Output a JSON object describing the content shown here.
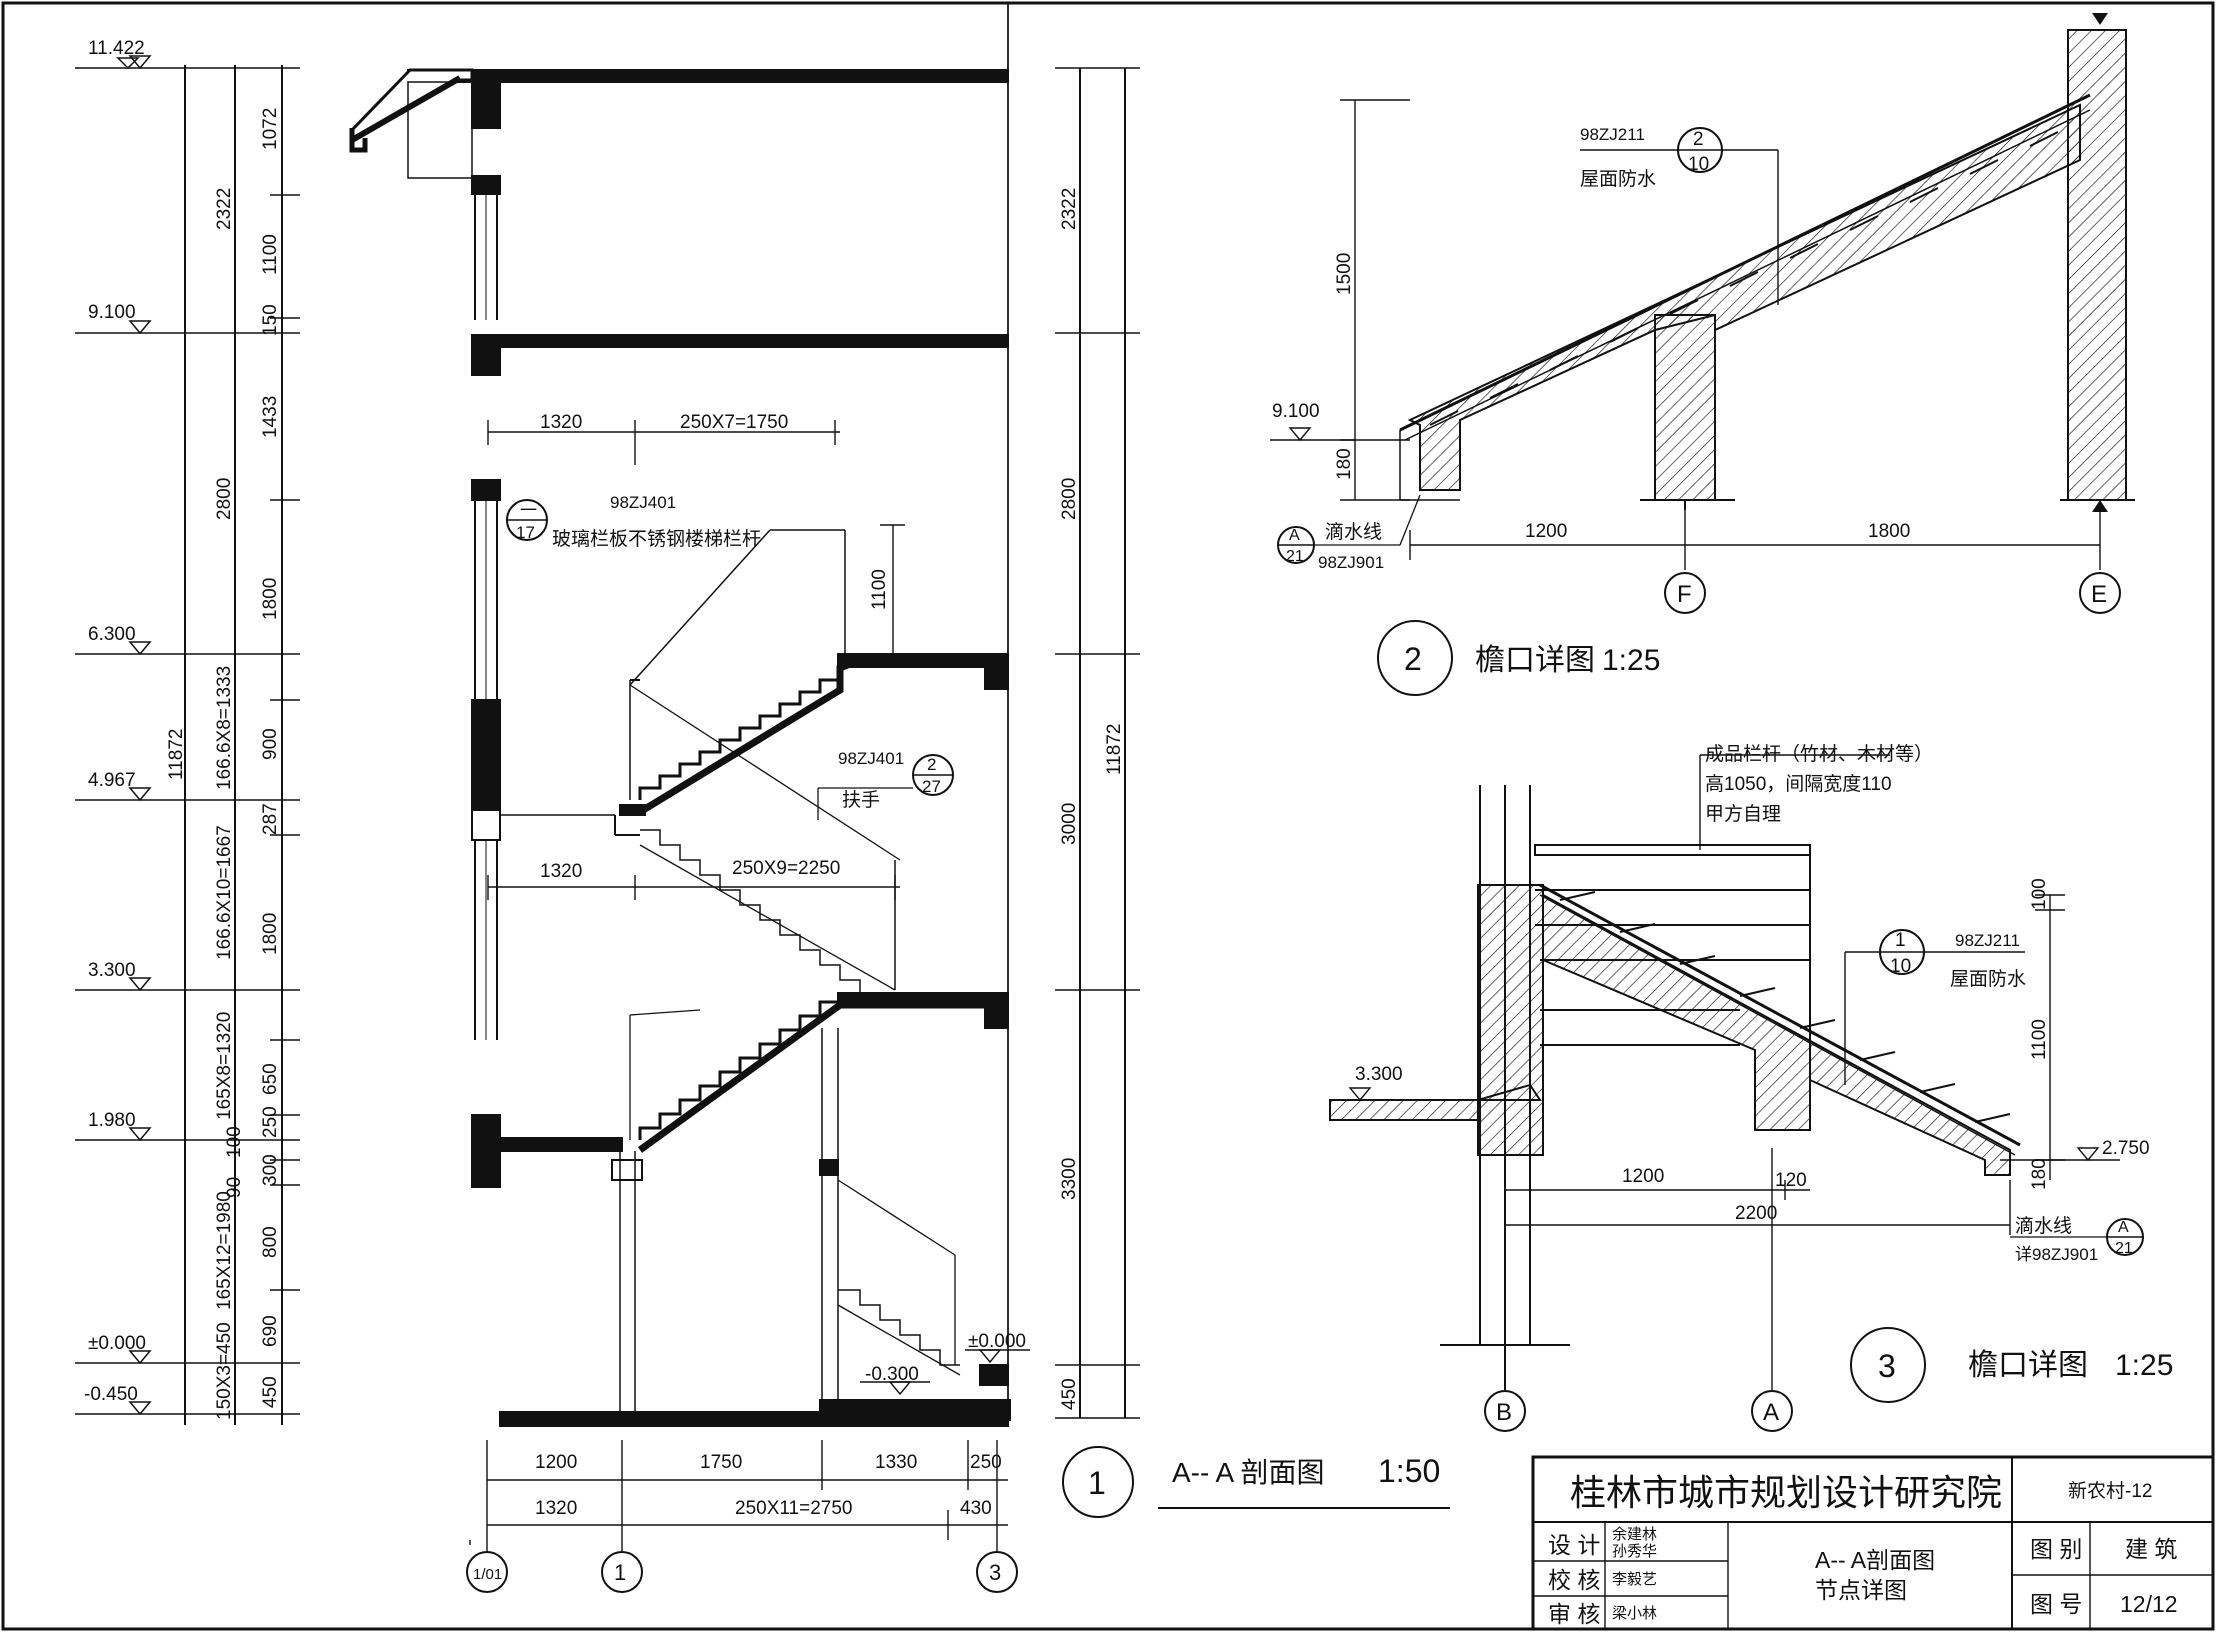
{
  "section_aa": {
    "elevations": [
      "11.422",
      "9.100",
      "6.300",
      "4.967",
      "3.300",
      "1.980",
      "±0.000",
      "-0.450"
    ],
    "left_dims_outer": [
      "11872"
    ],
    "left_dims_mid": [
      "2322",
      "2800",
      "166.6X8=1333",
      "166.6X10=1667",
      "165X8=1320",
      "165X12=1980",
      "150X3=450"
    ],
    "left_dims_inner": [
      "1072",
      "1100",
      "150",
      "1433",
      "1800",
      "900",
      "287",
      "1800",
      "650",
      "250",
      "100",
      "300",
      "90",
      "800",
      "690",
      "450"
    ],
    "right_dims_outer": [
      "11872"
    ],
    "right_dims_inner": [
      "2322",
      "2800",
      "3000",
      "3300",
      "450"
    ],
    "stair_top_dims": [
      "1320",
      "250X7=1750",
      "1100"
    ],
    "stair_mid_dims": [
      "1320",
      "250X9=2250"
    ],
    "bottom_dims_row1": [
      "1200",
      "1750",
      "1330",
      "250"
    ],
    "bottom_dims_row2": [
      "1320",
      "250X11=2750",
      "430"
    ],
    "axes": [
      "1/01",
      "1",
      "3"
    ],
    "level_marks": [
      "±0.000",
      "-0.300"
    ],
    "note_rail_ref": "98ZJ401",
    "note_rail_sym_top": "一",
    "note_rail_sym_bot": "17",
    "note_rail_text": "玻璃栏板不锈钢楼梯栏杆",
    "note_hand_ref": "98ZJ401",
    "note_hand_sym_top": "2",
    "note_hand_sym_bot": "27",
    "note_hand_text": "扶手",
    "title_num": "1",
    "title": "A-- A 剖面图",
    "scale": "1:50"
  },
  "detail_2": {
    "ref": "98ZJ211",
    "sym_top": "2",
    "sym_bot": "10",
    "note": "屋面防水",
    "dims": [
      "1500",
      "180",
      "1200",
      "1800"
    ],
    "elevation": "9.100",
    "drip_text": "滴水线",
    "drip_ref": "98ZJ901",
    "drip_sym_top": "A",
    "drip_sym_bot": "21",
    "axes": [
      "F",
      "E"
    ],
    "title_num": "2",
    "title": "檐口详图",
    "scale": "1:25"
  },
  "detail_3": {
    "rail_note_1": "成品栏杆（竹材、木材等）",
    "rail_note_2": "高1050，间隔宽度110",
    "rail_note_3": "甲方自理",
    "ref": "98ZJ211",
    "sym_top": "1",
    "sym_bot": "10",
    "note": "屋面防水",
    "dims": [
      "100",
      "1100",
      "180",
      "1200",
      "120",
      "2200"
    ],
    "elevations": [
      "3.300",
      "2.750"
    ],
    "drip_text": "滴水线",
    "drip_ref": "详98ZJ901",
    "drip_sym_top": "A",
    "drip_sym_bot": "21",
    "axes": [
      "B",
      "A"
    ],
    "title_num": "3",
    "title": "檐口详图",
    "scale": "1:25"
  },
  "title_block": {
    "institute": "桂林市城市规划设计研究院",
    "project": "新农村-12",
    "design_label": "设 计",
    "design_names": [
      "余建林",
      "孙秀华"
    ],
    "check_label": "校 核",
    "check_name": "李毅艺",
    "review_label": "审 核",
    "review_name": "梁小林",
    "drawing_name_1": "A-- A剖面图",
    "drawing_name_2": "节点详图",
    "category_label": "图 别",
    "category": "建 筑",
    "number_label": "图 号",
    "number": "12/12"
  }
}
